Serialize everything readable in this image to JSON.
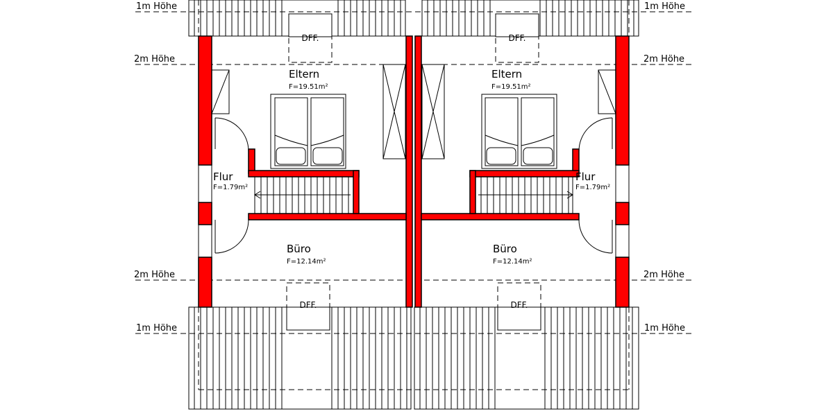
{
  "height_labels": {
    "one_meter": "1m Höhe",
    "two_meter": "2m Höhe"
  },
  "rooms": {
    "eltern": {
      "name": "Eltern",
      "area": "F=19.51m²"
    },
    "flur": {
      "name": "Flur",
      "area": "F=1.79m²"
    },
    "buero": {
      "name": "Büro",
      "area": "F=12.14m²"
    }
  },
  "window_label": "DFF.",
  "colors": {
    "wall": "#ff0000",
    "line": "#000000",
    "background": "#ffffff"
  }
}
